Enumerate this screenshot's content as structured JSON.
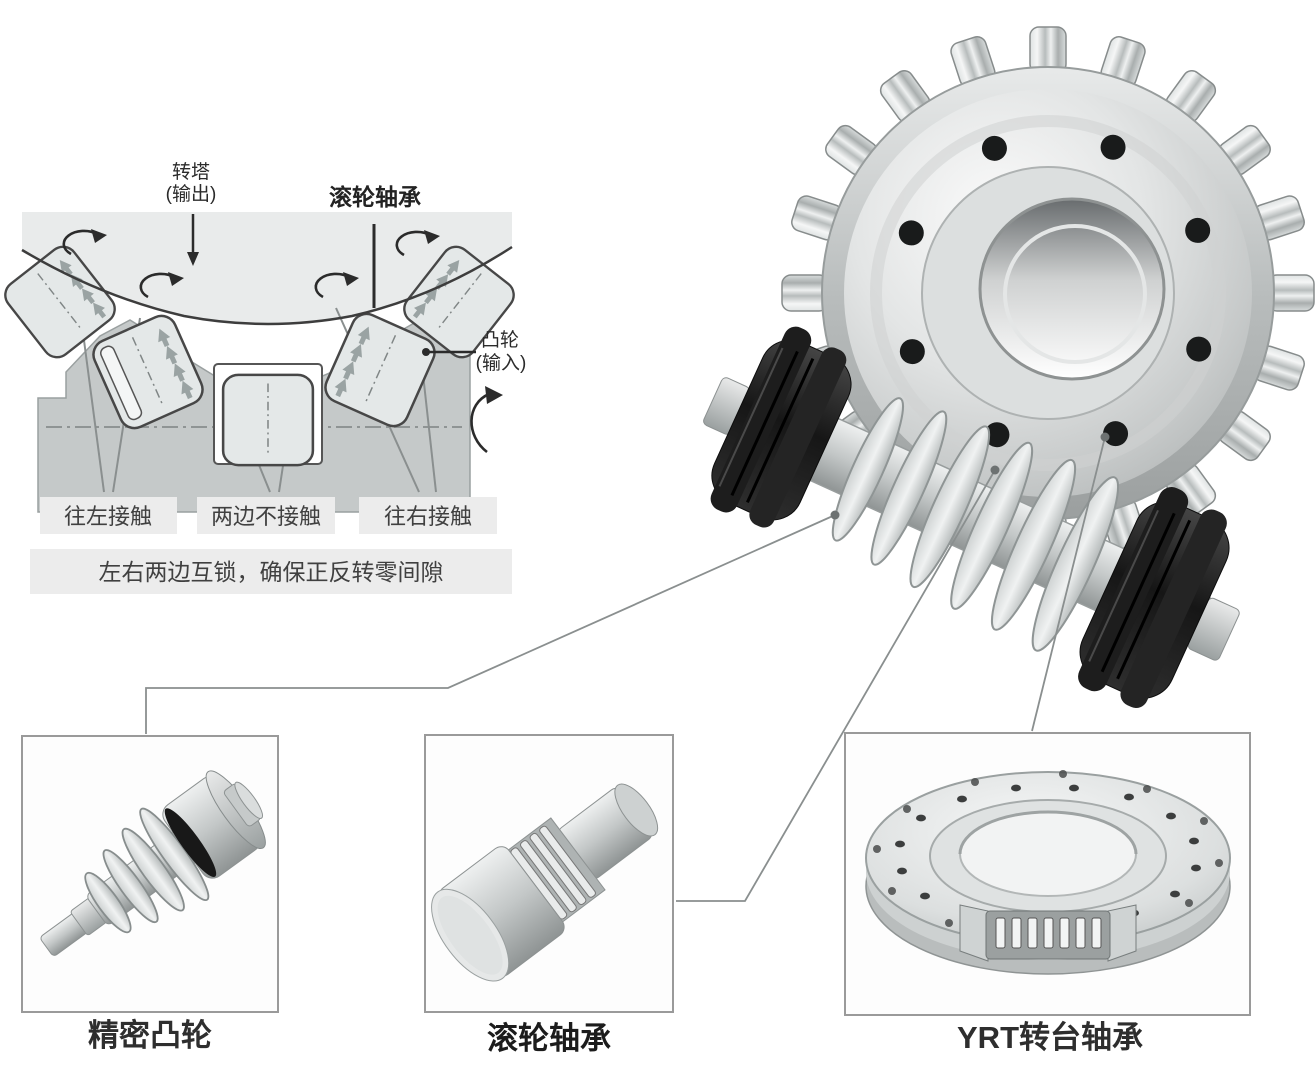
{
  "figure": {
    "schematic": {
      "turret_label": "转塔",
      "turret_sublabel": "(输出)",
      "roller_bearing_label": "滚轮轴承",
      "cam_label": "凸轮",
      "cam_sublabel": "(输入)",
      "contact_left": "往左接触",
      "contact_none": "两边不接触",
      "contact_right": "往右接触",
      "interlock_note": "左右两边互锁，确保正反转零间隙"
    },
    "parts": [
      {
        "caption": "精密凸轮"
      },
      {
        "caption": "滚轮轴承"
      },
      {
        "caption": "YRT转台轴承"
      }
    ],
    "colors": {
      "background": "#ffffff",
      "panel_gray": "#ececec",
      "turret_gray": "#e9ebeb",
      "cam_gray": "#c5c9c9",
      "coupling_black": "#1a1a1a",
      "leader_line": "#8a8f8f",
      "text_dark": "#2f2f2f"
    }
  }
}
